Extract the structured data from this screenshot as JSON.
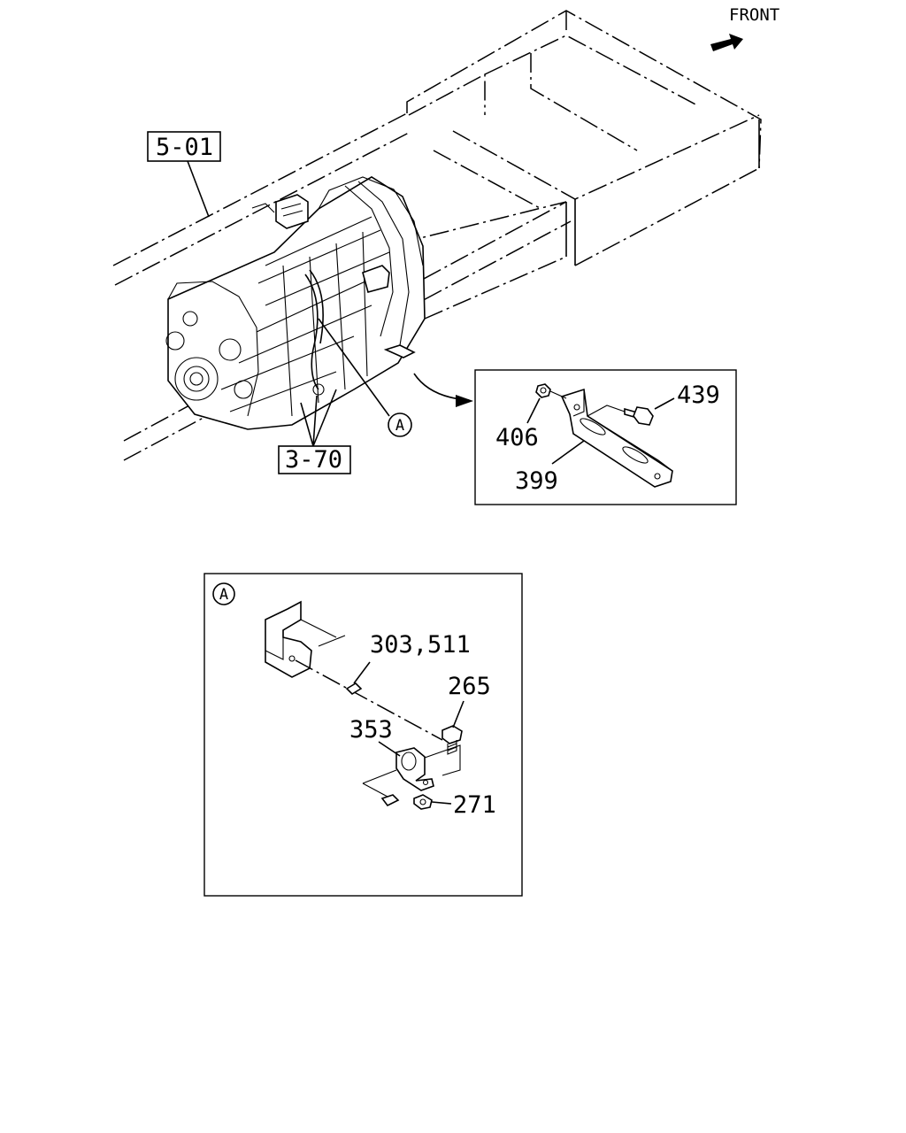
{
  "direction_label": "FRONT",
  "reference_labels": {
    "frame_ref": "5-01",
    "transmission_ref": "3-70"
  },
  "detail_marker": "A",
  "bracket_inset": {
    "parts": [
      {
        "id": "406"
      },
      {
        "id": "439"
      },
      {
        "id": "399"
      }
    ]
  },
  "detail_a": {
    "marker": "A",
    "parts": [
      {
        "id": "303,511"
      },
      {
        "id": "265"
      },
      {
        "id": "353"
      },
      {
        "id": "271"
      }
    ]
  }
}
